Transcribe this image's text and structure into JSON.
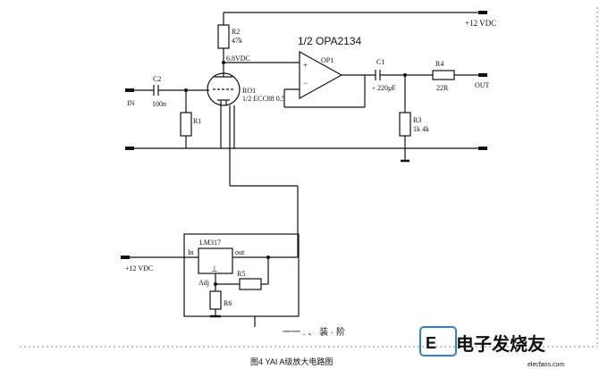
{
  "schematic": {
    "supply_top": "+12 VDC",
    "supply_reg_in": "+12 VDC",
    "input_label": "IN",
    "output_label": "OUT",
    "opamp_title": "1/2 OPA2134",
    "opamp_ref": "OP1",
    "opamp_plus": "+",
    "opamp_minus": "−",
    "tube_ref": "RO1",
    "tube_type": "1/2 ECC88 0.5",
    "plate_voltage": "6.8VDC",
    "R2": {
      "ref": "R2",
      "value": "47k"
    },
    "R1": {
      "ref": "R1"
    },
    "C2": {
      "ref": "C2",
      "value": "100n"
    },
    "C1": {
      "ref": "C1",
      "value": "220μF"
    },
    "C1_polarity": "+",
    "R4": {
      "ref": "R4",
      "value": "22R"
    },
    "R3": {
      "ref": "R3",
      "value": "1k  4k"
    },
    "regulator": {
      "name": "LM317",
      "pin_in": "In",
      "pin_out": "out",
      "pin_adj": "Adj",
      "R5": "R5",
      "R6": "R6",
      "symbol": "⊥"
    }
  },
  "footer": {
    "caption_partial": "一一 . 、 装 · 阶",
    "figure_caption": "图4  YAI  A级放大电路图"
  },
  "watermark": {
    "text": "电子发烧友",
    "sub": "elecfans.com"
  },
  "colors": {
    "line": "#111111",
    "watermark_blue": "#2f7fd4",
    "watermark_red": "#e23b2e"
  }
}
